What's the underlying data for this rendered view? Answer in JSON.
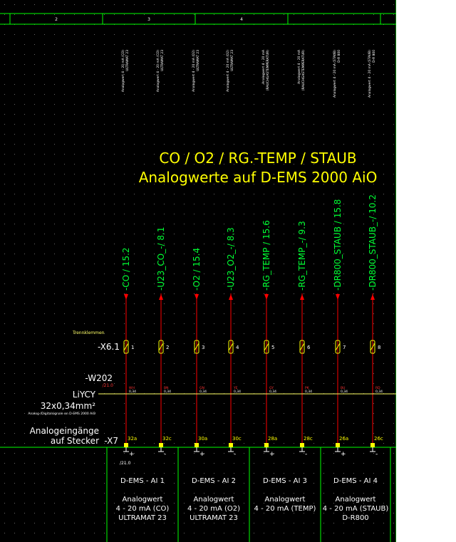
{
  "header": {
    "columns": [
      "2",
      "3",
      "4"
    ]
  },
  "title": {
    "line1": "CO / O2 / RG.-TEMP / STAUB",
    "line2": "Analogwerte auf D-EMS 2000 AiO"
  },
  "device_labels": [
    [
      "Analogwert 4 - 20 mA (CO)",
      "ULTRAMAT 23"
    ],
    [
      "Analogwert 4 - 20 mA (CO)",
      "ULTRAMAT 23"
    ],
    [
      "Analogwert 4 - 20 mA (O2)",
      "ULTRAMAT 23"
    ],
    [
      "Analogwert 4 - 20 mA (O2)",
      "ULTRAMAT 23"
    ],
    [
      "Analogwert 4 - 20 mA",
      "(RAUCHGASTEMPERATUR)"
    ],
    [
      "Analogwert 4 - 20 mA",
      "(RAUCHGASTEMPERATUR)"
    ],
    [
      "Analogwert 4 - 20 mA (STAUB)",
      "D-R 800"
    ],
    [
      "Analogwert 4 - 20 mA (STAUB)",
      "D-R 800"
    ]
  ],
  "signals": [
    "-CO / 15.2",
    "-U23_CO_-/ 8.1",
    "-O2 / 15.4",
    "-U23_O2_-/ 8.3",
    "-RG_TEMP / 15.6",
    "-RG_TEMP_-/ 9.3",
    "-DR800_STAUB / 15.8",
    "-DR800_STAUB_-/ 10.2"
  ],
  "terminal_strip": {
    "title": "Trennklemmen",
    "name": "-X6.1",
    "numbers": [
      "1",
      "2",
      "3",
      "4",
      "5",
      "6",
      "7",
      "8"
    ]
  },
  "cable": {
    "name": "-W202",
    "ref": "/21.0",
    "type": "LiYCY",
    "size": "32x0,34mm²",
    "note": "Analog-/Digitalsignale an D-EMS 2000 AiO",
    "wire_colors": [
      "WH",
      "BN",
      "GN",
      "YE",
      "GY",
      "PK",
      "BU",
      "RD"
    ],
    "cross_section": "0,34"
  },
  "connector": {
    "label1": "Analogeingänge",
    "label2": "auf Stecker",
    "name": "-X7",
    "pins": [
      "32a",
      "32c",
      "30a",
      "30c",
      "28a",
      "28c",
      "26a",
      "26c"
    ],
    "polarity": [
      "+",
      "-",
      "+",
      "-",
      "+",
      "-",
      "+",
      "-"
    ],
    "ref": "/21.0"
  },
  "inputs": [
    {
      "name": "D-EMS - AI 1",
      "line1": "Analogwert",
      "line2": "4 - 20 mA (CO)",
      "line3": "ULTRAMAT 23"
    },
    {
      "name": "D-EMS - AI 2",
      "line1": "Analogwert",
      "line2": "4 - 20 mA (O2)",
      "line3": "ULTRAMAT 23"
    },
    {
      "name": "D-EMS - AI 3",
      "line1": "Analogwert",
      "line2": "4 - 20 mA (TEMP)",
      "line3": ""
    },
    {
      "name": "D-EMS - AI 4",
      "line1": "Analogwert",
      "line2": "4 - 20 mA (STAUB)",
      "line3": "D-R800"
    }
  ],
  "colors": {
    "background": "#000000",
    "grid": "#00ff00",
    "wire": "#ff0000",
    "title": "#ffff00",
    "signal_text": "#00ff33",
    "terminal": "#ffff00"
  }
}
